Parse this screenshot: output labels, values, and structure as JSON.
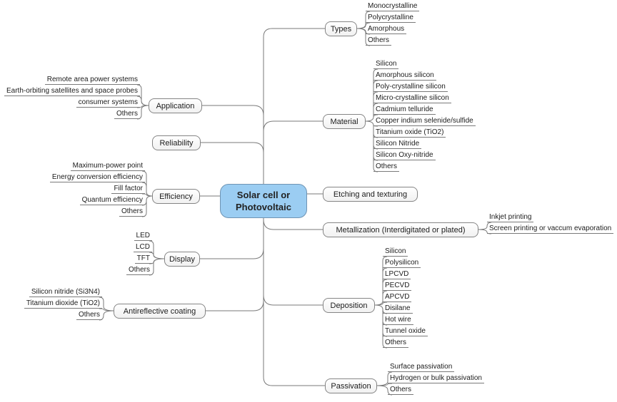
{
  "center": {
    "label": "Solar cell or Photovoltaic"
  },
  "branches": {
    "types": {
      "label": "Types",
      "children": [
        "Monocrystalline",
        "Polycrystalline",
        "Amorphous",
        "Others"
      ]
    },
    "material": {
      "label": "Material",
      "children": [
        "Silicon",
        "Amorphous silicon",
        "Poly-crystalline silicon",
        "Micro-crystalline silicon",
        "Cadmium telluride",
        "Copper indium selenide/sulfide",
        "Titanium oxide (TiO2)",
        "Silicon Nitride",
        "Silicon Oxy-nitride",
        "Others"
      ]
    },
    "etching": {
      "label": "Etching and texturing",
      "children": []
    },
    "metallization": {
      "label": "Metallization (Interdigitated or plated)",
      "children": [
        "Inkjet printing",
        "Screen printing or vaccum evaporation"
      ]
    },
    "deposition": {
      "label": "Deposition",
      "children": [
        "Silicon",
        "Polysilicon",
        "LPCVD",
        "PECVD",
        "APCVD",
        "Disilane",
        "Hot wire",
        "Tunnel oxide",
        "Others"
      ]
    },
    "passivation": {
      "label": "Passivation",
      "children": [
        "Surface passivation",
        "Hydrogen or bulk passivation",
        "Others"
      ]
    },
    "application": {
      "label": "Application",
      "children": [
        "Remote area power systems",
        "Earth-orbiting satellites and space probes",
        "consumer systems",
        "Others"
      ]
    },
    "reliability": {
      "label": "Reliability",
      "children": []
    },
    "efficiency": {
      "label": "Efficiency",
      "children": [
        "Maximum-power point",
        "Energy conversion efficiency",
        "Fill factor",
        "Quantum efficiency",
        "Others"
      ]
    },
    "display": {
      "label": "Display",
      "children": [
        "LED",
        "LCD",
        "TFT",
        "Others"
      ]
    },
    "antireflective": {
      "label": "Antireflective coating",
      "children": [
        "Silicon nitride (Si3N4)",
        "Titanium dioxide (TiO2)",
        "Others"
      ]
    }
  },
  "colors": {
    "center_fill": "#9bcdf2",
    "center_border": "#6f94b3",
    "line": "#7a7a7a",
    "node_border": "#858585",
    "background": "#ffffff"
  }
}
